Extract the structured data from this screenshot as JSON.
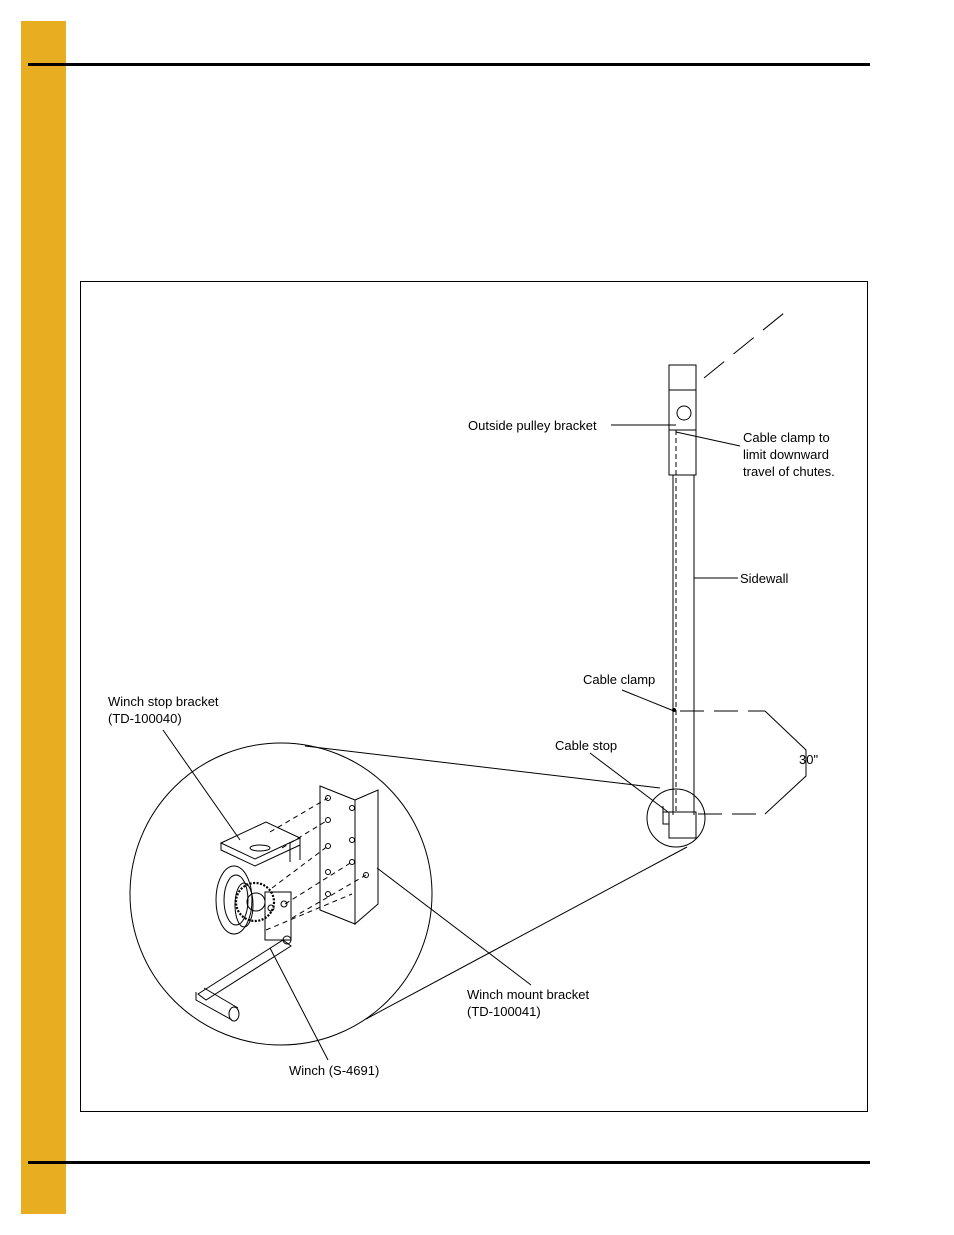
{
  "page": {
    "side_tab_color": "#E8AE22"
  },
  "diagram": {
    "labels": {
      "outside_pulley_bracket": "Outside pulley bracket",
      "cable_clamp_limit": [
        "Cable clamp to",
        "limit downward",
        "travel of chutes."
      ],
      "sidewall": "Sidewall",
      "cable_clamp": "Cable clamp",
      "cable_stop": "Cable stop",
      "dimension": "30\"",
      "winch_stop_bracket": [
        "Winch stop bracket",
        "(TD-100040)"
      ],
      "winch_mount_bracket": [
        "Winch mount bracket",
        "(TD-100041)"
      ],
      "winch": "Winch (S-4691)"
    }
  }
}
